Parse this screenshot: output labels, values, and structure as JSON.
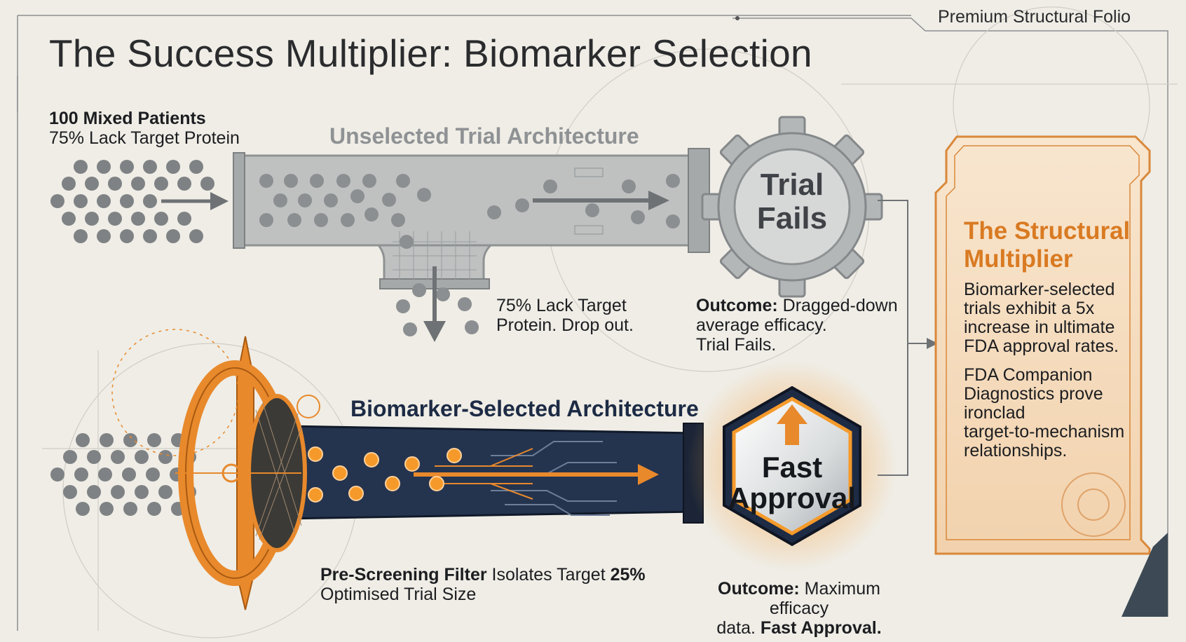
{
  "folio_label": "Premium Structural Folio",
  "title": "The Success Multiplier: Biomarker Selection",
  "patients": {
    "heading": "100 Mixed Patients",
    "subheading": "75% Lack Target Protein"
  },
  "unselected": {
    "heading": "Unselected Trial Architecture",
    "dropout_line1": "75% Lack Target",
    "dropout_line2": "Protein. Drop out.",
    "result_line1": "Trial",
    "result_line2": "Fails",
    "outcome_label": "Outcome:",
    "outcome_text1": " Dragged-down",
    "outcome_text2": "average efficacy.",
    "outcome_text3": "Trial Fails."
  },
  "selected": {
    "heading": "Biomarker-Selected Architecture",
    "filter_label": "Pre-Screening Filter",
    "filter_text": " Isolates Target ",
    "filter_pct": "25%",
    "filter_line2": "Optimised Trial Size",
    "result_line1": "Fast",
    "result_line2": "Approval",
    "outcome_label": "Outcome:",
    "outcome_text1": " Maximum efficacy",
    "outcome_text2": "data. ",
    "outcome_bold": "Fast Approval."
  },
  "panel": {
    "title_line1": "The Structural",
    "title_line2": "Multiplier",
    "para1_l1": "Biomarker-selected",
    "para1_l2": "trials exhibit a 5x",
    "para1_l3": "increase in ultimate",
    "para1_l4": "FDA approval rates.",
    "para2_l1": "FDA Companion",
    "para2_l2": "Diagnostics prove",
    "para2_l3": "ironclad",
    "para2_l4": "target-to-mechanism",
    "para2_l5": "relationships."
  },
  "colors": {
    "background": "#efede6",
    "accent_orange": "#e8892c",
    "navy": "#1d2b45",
    "gray_pipe": "#b9bcbd",
    "panel_fill": "#f6dfc4"
  }
}
